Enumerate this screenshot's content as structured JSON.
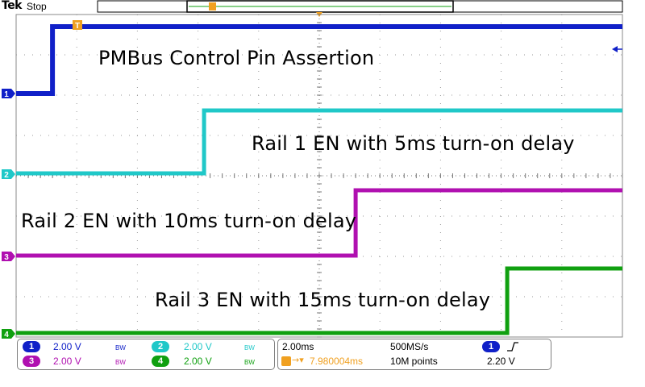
{
  "header": {
    "brand": "Tek",
    "run_state": "Stop"
  },
  "annotations": {
    "control": "PMBus Control Pin Assertion",
    "rail1": "Rail 1 EN with 5ms turn-on delay",
    "rail2": "Rail 2 EN with 10ms turn-on delay",
    "rail3": "Rail 3 EN with 15ms turn-on delay"
  },
  "markers": {
    "trigger": "T",
    "ch1": "1",
    "ch2": "2",
    "ch3": "3",
    "ch4": "4"
  },
  "channels": [
    {
      "id": "1",
      "scale": "2.00 V",
      "bw": "BW",
      "color": "#1020c8"
    },
    {
      "id": "2",
      "scale": "2.00 V",
      "bw": "BW",
      "color": "#20c8c8"
    },
    {
      "id": "3",
      "scale": "2.00 V",
      "bw": "BW",
      "color": "#b010b0"
    },
    {
      "id": "4",
      "scale": "2.00 V",
      "bw": "BW",
      "color": "#10a010"
    }
  ],
  "timebase": {
    "scale": "2.00ms",
    "sample_rate": "500MS/s",
    "position": "7.980004ms",
    "record_length": "10M points"
  },
  "trigger": {
    "source": "1",
    "slope": "rising-edge-icon",
    "level": "2.20 V"
  },
  "colors": {
    "ch1": "#1020c8",
    "ch2": "#20c8c8",
    "ch3": "#b010b0",
    "ch4": "#10a010",
    "trigger": "#f0a020",
    "grid": "#999999"
  },
  "chart_data": {
    "type": "line",
    "title": "",
    "xlabel": "",
    "ylabel": "",
    "grid": true,
    "series": [
      {
        "name": "1",
        "x": [
          0,
          1.2,
          1.2,
          20
        ],
        "y": [
          0,
          0,
          1,
          1
        ]
      },
      {
        "name": "2",
        "x": [
          0,
          6.2,
          6.2,
          20
        ],
        "y": [
          0,
          0,
          1,
          1
        ]
      },
      {
        "name": "3",
        "x": [
          0,
          11.2,
          11.2,
          20
        ],
        "y": [
          0,
          0,
          1,
          1
        ]
      },
      {
        "name": "4",
        "x": [
          0,
          16.2,
          16.2,
          20
        ],
        "y": [
          0,
          0,
          1,
          1
        ]
      }
    ]
  }
}
